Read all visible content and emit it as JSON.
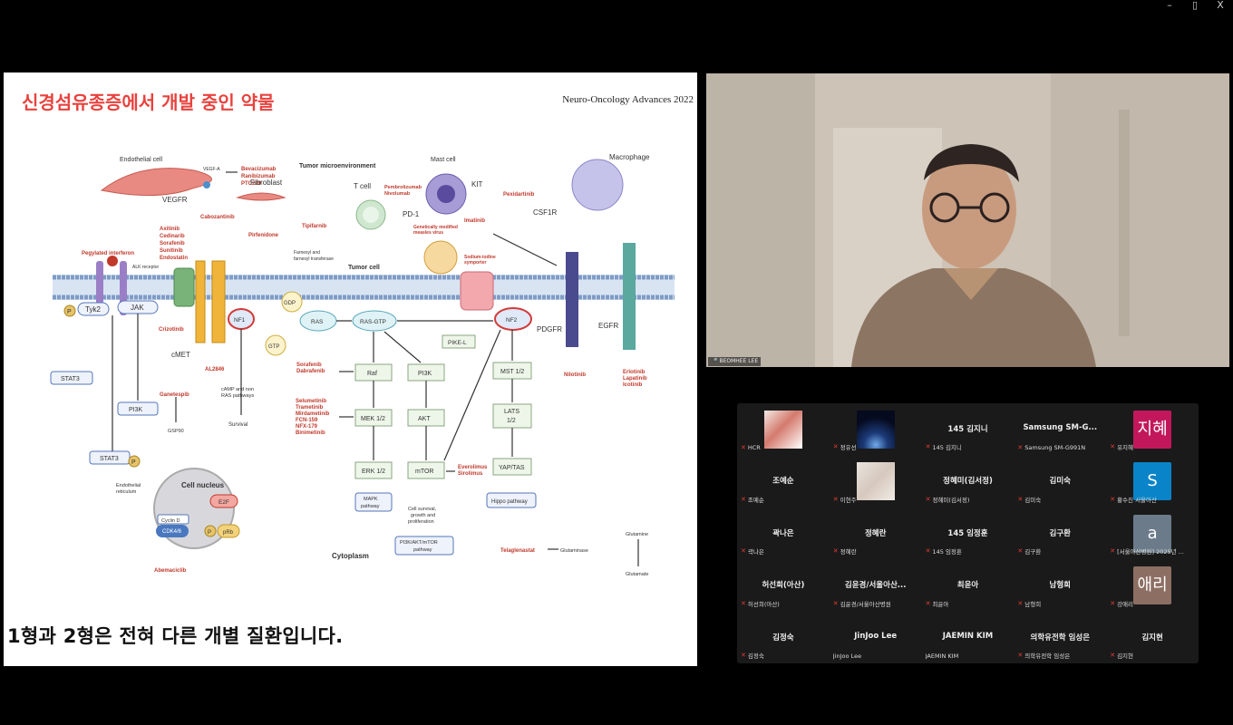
{
  "window": {
    "minimize": "–",
    "restore": "▯",
    "close": "X"
  },
  "slide": {
    "title": "신경섬유종증에서 개발 중인 약물",
    "source": "Neuro-Oncology Advances 2022",
    "caption": "1형과 2형은 전혀 다른 개별 질환입니다.",
    "labels": {
      "endothelial": "Endothelial cell",
      "vegfa": "VEGF-A",
      "vegfr": "VEGFR",
      "bevacizumab": "Bevacizumab",
      "ranibizumab": "Ranibizumab",
      "ptc299": "PTC299",
      "fibroblast": "Fibroblast",
      "cabozantinib": "Cabozantinib",
      "pirfenidone": "Pirfenidone",
      "axitinib": "Axitinib",
      "cedinarib": "Cedinarib",
      "sorafenib1": "Sorafenib",
      "sunitinib": "Sunitinib",
      "endostatin": "Endostatin",
      "tme": "Tumor microenvironment",
      "tcell": "T cell",
      "pd1": "PD-1",
      "pembro": "Pembrolizumab",
      "nivolumab": "Nivolumab",
      "mastcell": "Mast cell",
      "kit": "KIT",
      "imatinib": "Imatinib",
      "gmmv1": "Genetically modified",
      "gmmv2": "measles virus",
      "csf1r": "CSF1R",
      "pexidartinib": "Pexidartinib",
      "macrophage": "Macrophage",
      "tipifarnib": "Tipifarnib",
      "farnesyl1": "Farnesyl and",
      "farnesyl2": "farnesyl transferase",
      "tumorcell": "Tumor cell",
      "nis1": "Sodium-iodine",
      "nis2": "symporter",
      "peg_ifn": "Pegylated interferon",
      "alk": "ALK receptor",
      "tyk2": "Tyk2",
      "jak": "JAK",
      "p": "P",
      "gdp": "GDP",
      "gtp": "GTP",
      "ras": "RAS",
      "rasgtp": "RAS-GTP",
      "nf1": "NF1",
      "nf2": "NF2",
      "pdgfr": "PDGFR",
      "egfr": "EGFR",
      "crizotinib": "Crizotinib",
      "cmet": "cMET",
      "pikel": "PIKE-L",
      "stat3": "STAT3",
      "pi3k_left": "PI3K",
      "sorafenib2": "Sorafenib",
      "dabrafenib": "Dabrafenib",
      "raf": "Raf",
      "pi3k": "PI3K",
      "mst": "MST 1/2",
      "nilotinib": "Nilotinib",
      "erlotinib": "Erlotinib",
      "lapatinib": "Lapatinib",
      "icotinib": "Icotinib",
      "al2846": "AL2846",
      "camp1": "cAMP and non",
      "camp2": "RAS pathways",
      "survival": "Survival",
      "ganetespib": "Ganetespib",
      "gsp90": "GSP90",
      "selumetinib": "Selumetinib",
      "trametinib": "Trametinib",
      "mirdametinib": "Mirdametinib",
      "fcn159": "FCN-159",
      "nfx179": "NFX-179",
      "binimetinib": "Binimetinib",
      "mek": "MEK 1/2",
      "akt": "AKT",
      "lats1": "LATS",
      "lats2": "1/2",
      "erk": "ERK 1/2",
      "mtor": "mTOR",
      "everolimus": "Everolimus",
      "sirolimus": "Sirolimus",
      "yap": "YAP/TAS",
      "endo_ret1": "Endothelial",
      "endo_ret2": "reticulum",
      "cellnucleus": "Cell nucleus",
      "e2f": "E2F",
      "cyclind": "Cyclin D",
      "cdk46": "CDK4/6",
      "prb": "pRb",
      "mapk1": "MAPK",
      "mapk2": "pathway",
      "csgp1": "Cell survival,",
      "csgp2": "growth and",
      "csgp3": "proliferation",
      "hippo": "Hippo pathway",
      "pi3kakt1": "PI3K/AKT/mTOR",
      "pi3kakt2": "pathway",
      "cytoplasm": "Cytoplasm",
      "telaglenastat": "Telaglenastat",
      "glutaminase": "Glutaminase",
      "glutamine": "Glutamine",
      "glutamate": "Glutamate",
      "abemaciclib": "Abemaciclib"
    }
  },
  "speaker": {
    "name": "BEOMHEE LEE"
  },
  "participants": [
    {
      "name": "",
      "label": "HCR",
      "avatar_type": "photo",
      "icon": "camera-photo-icon"
    },
    {
      "name": "",
      "label": "정유선",
      "avatar_type": "photo",
      "icon": "earth-photo-icon"
    },
    {
      "name": "145 김지니",
      "label": "145 김지니",
      "avatar_type": "none"
    },
    {
      "name": "Samsung SM-G...",
      "label": "Samsung SM-G991N",
      "avatar_type": "none"
    },
    {
      "name": "",
      "label": "유지혜",
      "avatar_type": "text",
      "avatar_text": "지혜",
      "color": "#c2185b"
    },
    {
      "name": "조예순",
      "label": "조예순",
      "avatar_type": "none"
    },
    {
      "name": "",
      "label": "이현주",
      "avatar_type": "photo",
      "icon": "family-photo-icon"
    },
    {
      "name": "정혜미(김서정)",
      "label": "정혜미(김서정)",
      "avatar_type": "none"
    },
    {
      "name": "김미숙",
      "label": "김미숙",
      "avatar_type": "none"
    },
    {
      "name": "",
      "label": "황수진 서울아산",
      "avatar_type": "text",
      "avatar_text": "S",
      "color": "#0a84c8"
    },
    {
      "name": "곽나은",
      "label": "곽나은",
      "avatar_type": "none"
    },
    {
      "name": "정혜란",
      "label": "정혜란",
      "avatar_type": "none"
    },
    {
      "name": "145 임정훈",
      "label": "145 임정훈",
      "avatar_type": "none"
    },
    {
      "name": "김구환",
      "label": "김구환",
      "avatar_type": "none"
    },
    {
      "name": "",
      "label": "[서울아산병원] 2025년 ...",
      "avatar_type": "text",
      "avatar_text": "a",
      "color": "#6b7b8a"
    },
    {
      "name": "허선희(아산)",
      "label": "허선희(아산)",
      "avatar_type": "none"
    },
    {
      "name": "김윤경/서울아산...",
      "label": "김윤경/서울아산병원",
      "avatar_type": "none"
    },
    {
      "name": "최윤아",
      "label": "최윤아",
      "avatar_type": "none"
    },
    {
      "name": "남형희",
      "label": "남형희",
      "avatar_type": "none"
    },
    {
      "name": "",
      "label": "강애리",
      "avatar_type": "text",
      "avatar_text": "애리",
      "color": "#8d6e63"
    },
    {
      "name": "김정숙",
      "label": "김정숙",
      "avatar_type": "none"
    },
    {
      "name": "JinJoo Lee",
      "label": "JinJoo Lee",
      "avatar_type": "none",
      "muted": false
    },
    {
      "name": "JAEMIN KIM",
      "label": "JAEMIN KIM",
      "avatar_type": "none",
      "muted": false
    },
    {
      "name": "의학유전학 임성은",
      "label": "의학유전학 임성은",
      "avatar_type": "none"
    },
    {
      "name": "김지현",
      "label": "김지현",
      "avatar_type": "none"
    }
  ]
}
